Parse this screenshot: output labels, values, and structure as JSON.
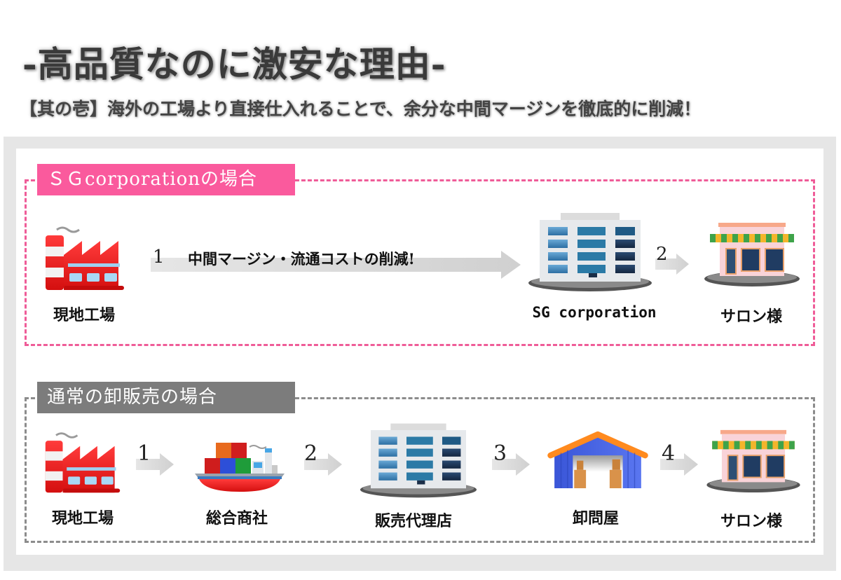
{
  "header": {
    "title": "-高品質なのに激安な理由-",
    "subtitle": "【其の壱】海外の工場より直接仕入れることで、余分な中間マージンを徹底的に削減！"
  },
  "sections": [
    {
      "id": "sg",
      "tag": "ＳＧcorporationの場合",
      "accent": "#fa5a9d",
      "border_color": "#ef5c98",
      "nodes": [
        {
          "label": "現地工場",
          "icon": "factory-icon"
        },
        {
          "label": "SG corporation",
          "icon": "office-building-icon"
        },
        {
          "label": "サロン様",
          "icon": "storefront-icon"
        }
      ],
      "arrows": [
        {
          "step": "1",
          "text": "中間マージン・流通コストの削減!"
        },
        {
          "step": "2",
          "text": ""
        }
      ]
    },
    {
      "id": "normal",
      "tag": "通常の卸販売の場合",
      "accent": "#7c7c7c",
      "border_color": "#8c8c8c",
      "nodes": [
        {
          "label": "現地工場",
          "icon": "factory-icon"
        },
        {
          "label": "総合商社",
          "icon": "cargo-ship-icon"
        },
        {
          "label": "販売代理店",
          "icon": "office-building-icon"
        },
        {
          "label": "卸問屋",
          "icon": "warehouse-icon"
        },
        {
          "label": "サロン様",
          "icon": "storefront-icon"
        }
      ],
      "arrows": [
        {
          "step": "1"
        },
        {
          "step": "2"
        },
        {
          "step": "3"
        },
        {
          "step": "4"
        }
      ]
    }
  ]
}
